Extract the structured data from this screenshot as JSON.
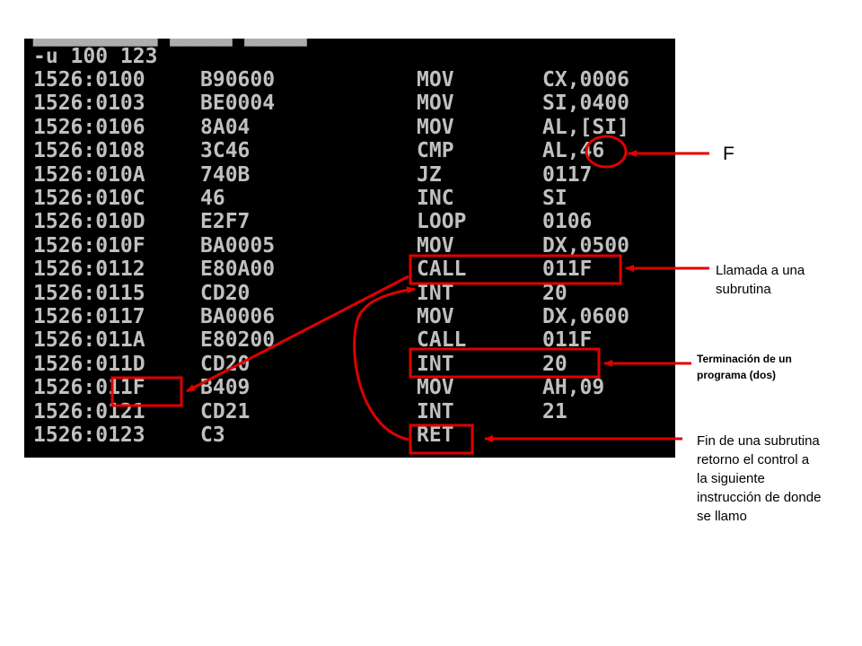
{
  "console": {
    "header_line": "-u 100 123",
    "lines": [
      {
        "addr": "1526:0100",
        "hex": "B90600",
        "mnemonic": "MOV",
        "operands": "CX,0006"
      },
      {
        "addr": "1526:0103",
        "hex": "BE0004",
        "mnemonic": "MOV",
        "operands": "SI,0400"
      },
      {
        "addr": "1526:0106",
        "hex": "8A04",
        "mnemonic": "MOV",
        "operands": "AL,[SI]"
      },
      {
        "addr": "1526:0108",
        "hex": "3C46",
        "mnemonic": "CMP",
        "operands": "AL,46"
      },
      {
        "addr": "1526:010A",
        "hex": "740B",
        "mnemonic": "JZ",
        "operands": "0117"
      },
      {
        "addr": "1526:010C",
        "hex": "46",
        "mnemonic": "INC",
        "operands": "SI"
      },
      {
        "addr": "1526:010D",
        "hex": "E2F7",
        "mnemonic": "LOOP",
        "operands": "0106"
      },
      {
        "addr": "1526:010F",
        "hex": "BA0005",
        "mnemonic": "MOV",
        "operands": "DX,0500"
      },
      {
        "addr": "1526:0112",
        "hex": "E80A00",
        "mnemonic": "CALL",
        "operands": "011F"
      },
      {
        "addr": "1526:0115",
        "hex": "CD20",
        "mnemonic": "INT",
        "operands": "20"
      },
      {
        "addr": "1526:0117",
        "hex": "BA0006",
        "mnemonic": "MOV",
        "operands": "DX,0600"
      },
      {
        "addr": "1526:011A",
        "hex": "E80200",
        "mnemonic": "CALL",
        "operands": "011F"
      },
      {
        "addr": "1526:011D",
        "hex": "CD20",
        "mnemonic": "INT",
        "operands": "20"
      },
      {
        "addr": "1526:011F",
        "hex": "B409",
        "mnemonic": "MOV",
        "operands": "AH,09"
      },
      {
        "addr": "1526:0121",
        "hex": "CD21",
        "mnemonic": "INT",
        "operands": "21"
      },
      {
        "addr": "1526:0123",
        "hex": "C3",
        "mnemonic": "RET",
        "operands": ""
      }
    ]
  },
  "annotations": {
    "f_label": "F",
    "llamada": "Llamada a una subrutina",
    "terminacion": "Terminación de un programa (dos)",
    "fin": "Fin de  una subrutina retorno el control a la siguiente instrucción de donde se llamo"
  },
  "colors": {
    "console_bg": "#000000",
    "console_text": "#c0c0c0",
    "annotation_red": "#e00000"
  }
}
